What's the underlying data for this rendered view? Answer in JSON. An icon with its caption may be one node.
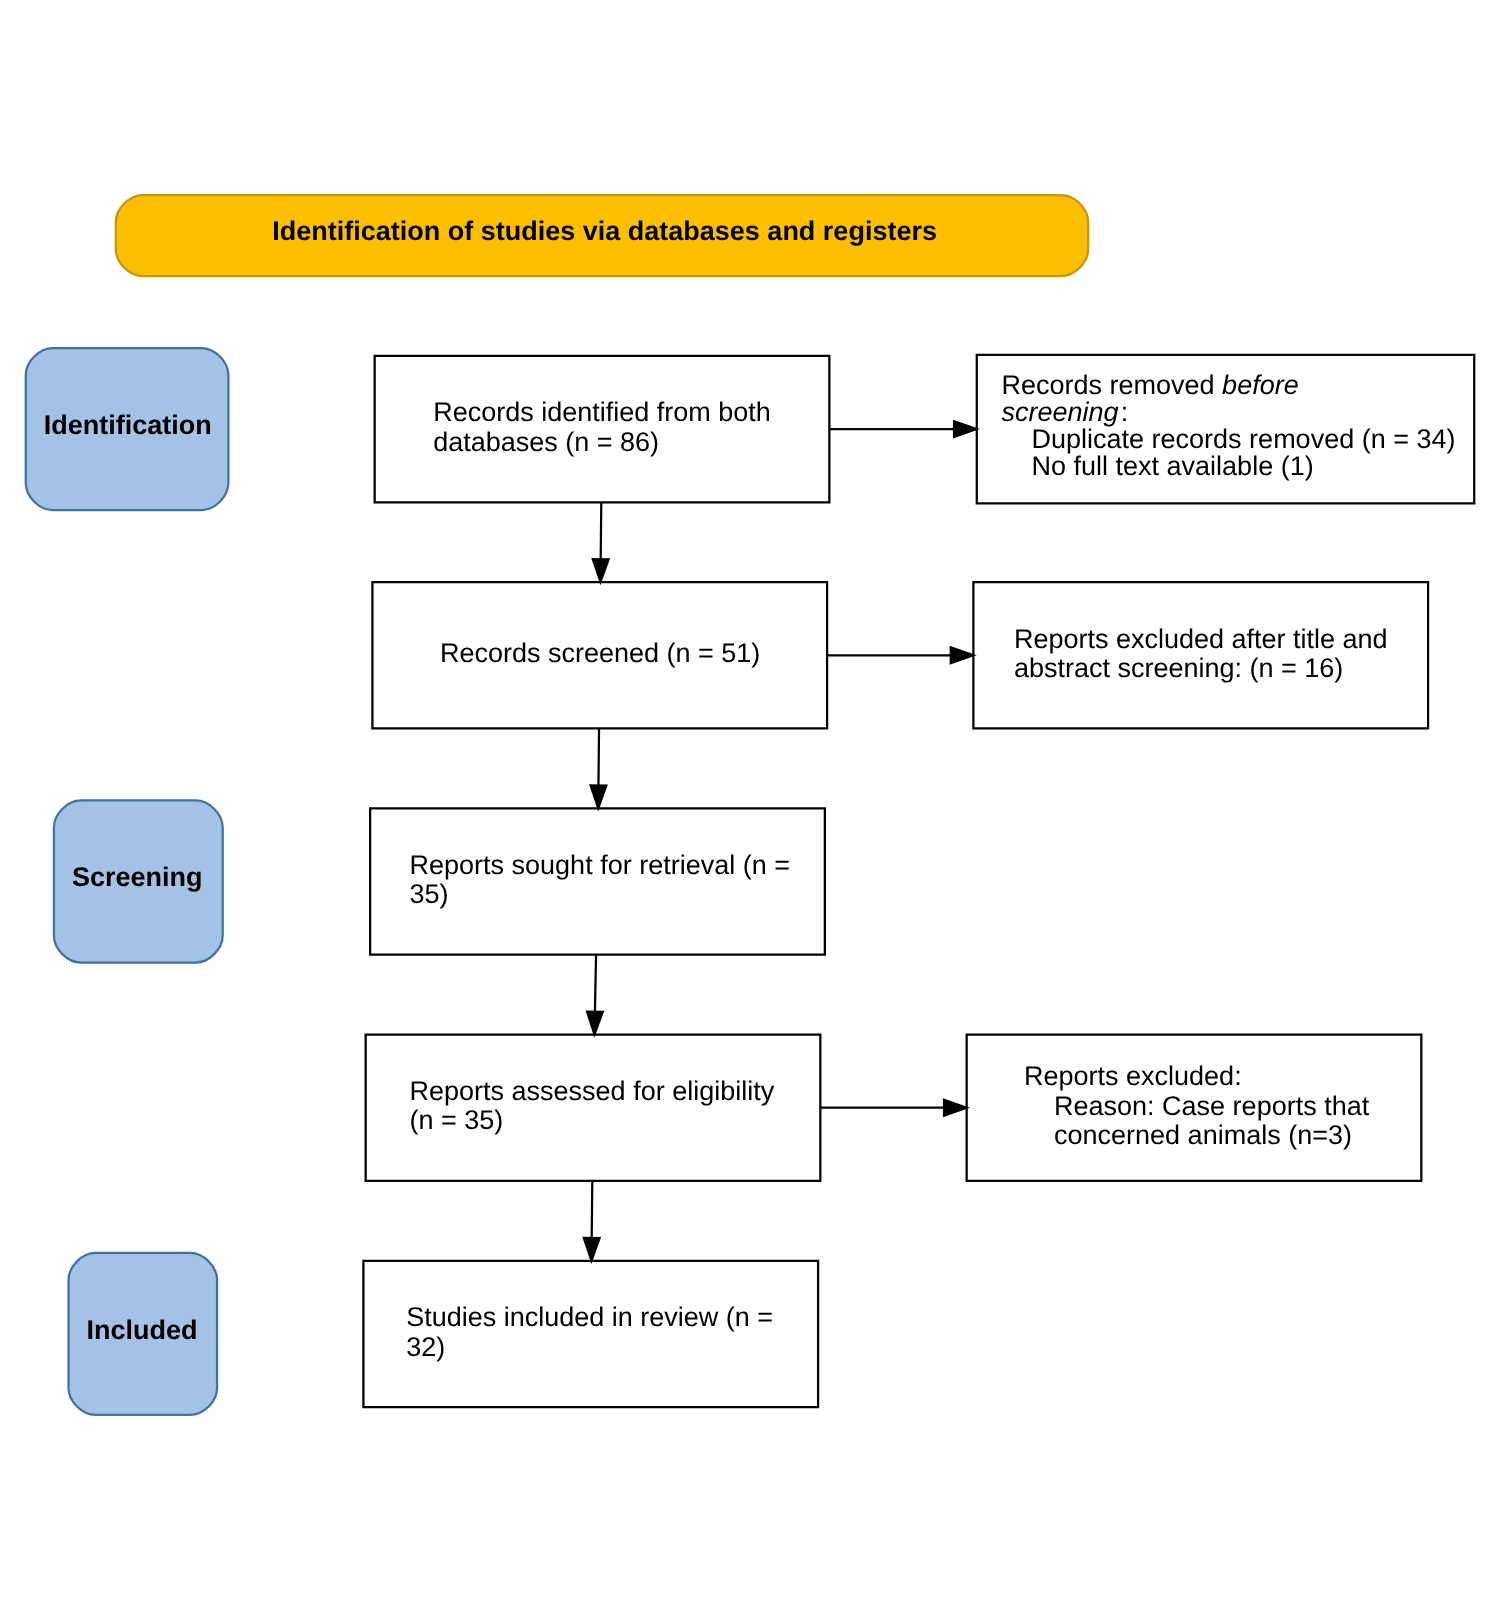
{
  "diagram": {
    "nodes": [
      {
        "text": [
          "Identification of studies via databases and registers"
        ]
      },
      {
        "text": [
          "Identification"
        ]
      },
      {
        "text": [
          "Screening"
        ]
      },
      {
        "text": [
          "Included"
        ]
      },
      {
        "text": [
          "Records identified from both databases (n = 86)"
        ]
      },
      {
        "text": [
          "Records removed *before screening*:",
          "Duplicate records removed (n = 34)",
          "No full text available (1)"
        ]
      },
      {
        "text": [
          "Records screened (n = 51)"
        ]
      },
      {
        "text": [
          "Reports excluded after title and abstract screening: (n = 16)"
        ]
      },
      {
        "text": [
          "Reports sought for retrieval (n = 35)"
        ]
      },
      {
        "text": [
          "Reports assessed for eligibility (n = 35)"
        ]
      },
      {
        "text": [
          "Reports excluded:",
          "Reason: Case reports that concerned animals (n=3)"
        ]
      },
      {
        "text": [
          "Studies included in review (n = 32)"
        ]
      }
    ],
    "edges": [
      {
        "from": 4,
        "to": 5,
        "arrow": "to"
      },
      {
        "from": 4,
        "to": 6,
        "arrow": "to"
      },
      {
        "from": 6,
        "to": 7,
        "arrow": "to"
      },
      {
        "from": 6,
        "to": 8,
        "arrow": "to"
      },
      {
        "from": 8,
        "to": 9,
        "arrow": "to"
      },
      {
        "from": 9,
        "to": 10,
        "arrow": "to"
      },
      {
        "from": 9,
        "to": 11,
        "arrow": "to"
      }
    ]
  }
}
